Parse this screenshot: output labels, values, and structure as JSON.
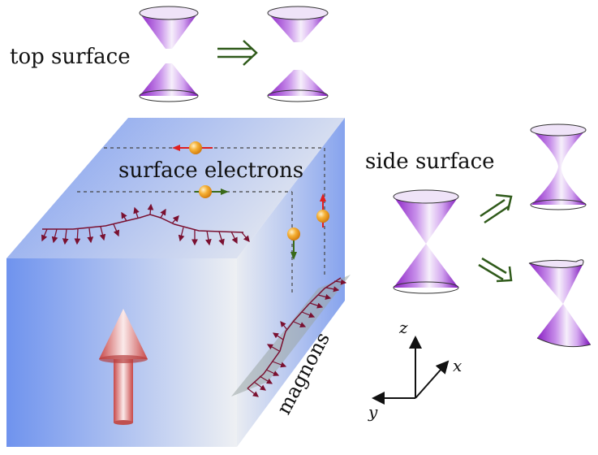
{
  "labels": {
    "top_surface": "top surface",
    "side_surface": "side surface",
    "surface_electrons": "surface electrons",
    "magnons": "magnons"
  },
  "axes": {
    "z": "z",
    "x": "x",
    "y": "y"
  },
  "colors": {
    "cone_purple": "#8a1fc4",
    "cone_light": "#f4ecfb",
    "box_blue": "#6f93ee",
    "box_light": "#eef0f3",
    "magnon_arrow": "#7a1030",
    "electron": "#f0a020",
    "spin_red": "#e02020",
    "spin_green": "#3a6a1a",
    "implication_arrow": "#2f5a1a",
    "magnetization_arrow": "#d05050"
  },
  "icons": {
    "implication": "double-arrow-right-icon",
    "magnetization": "magnetization-arrow-icon",
    "electron": "electron-sphere-icon"
  }
}
